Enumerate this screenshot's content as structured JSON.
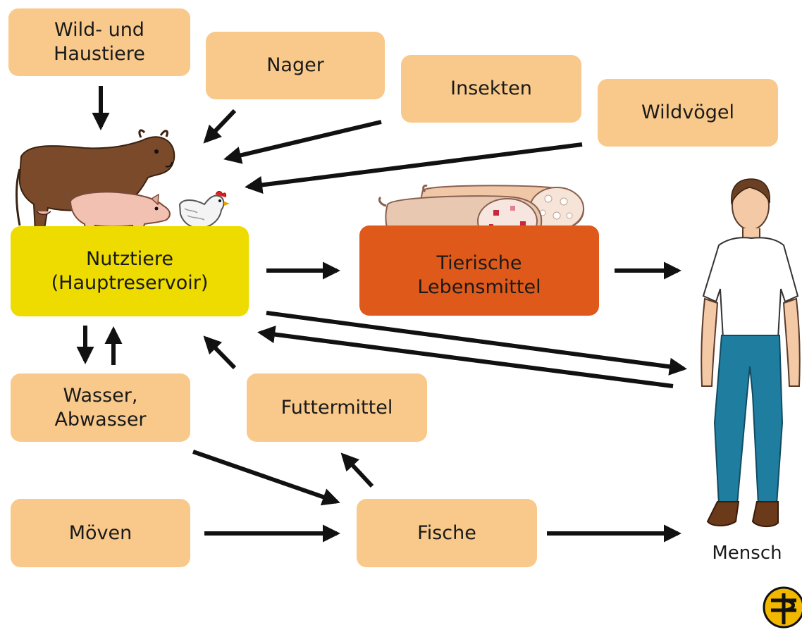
{
  "nodes": {
    "wild_haustiere": "Wild- und\nHaustiere",
    "nager": "Nager",
    "insekten": "Insekten",
    "wildvoegel": "Wildvögel",
    "nutztiere": "Nutztiere\n(Hauptreservoir)",
    "lebensmittel": "Tierische\nLebensmittel",
    "wasser": "Wasser,\nAbwasser",
    "futtermittel": "Futtermittel",
    "moeven": "Möven",
    "fische": "Fische",
    "mensch": "Mensch"
  },
  "colors": {
    "source_box": "#f8c98a",
    "reservoir_box": "#eedc00",
    "food_box": "#df5a1a",
    "arrow": "#111111",
    "logo": "#f2b800"
  },
  "icons": [
    "cow-icon",
    "pig-icon",
    "chicken-icon",
    "sausage-icon",
    "person-icon",
    "publisher-logo-icon"
  ]
}
